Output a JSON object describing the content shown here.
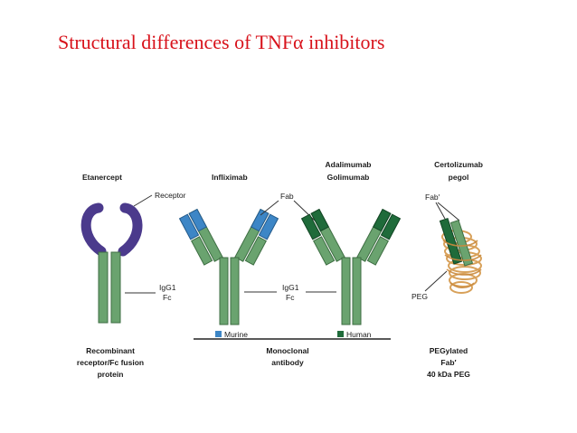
{
  "slide": {
    "title": "Structural differences of TNFα inhibitors"
  },
  "diagram": {
    "etanercept": {
      "name": "Etanercept",
      "receptor_label": "Receptor",
      "fc_label_1": "IgG1",
      "fc_label_2": "Fc",
      "caption": [
        "Recombinant",
        "receptor/Fc fusion",
        "protein"
      ]
    },
    "infliximab": {
      "name": "Infliximab"
    },
    "fab_label": "Fab",
    "mab_fc_label_1": "IgG1",
    "mab_fc_label_2": "Fc",
    "adalimumab": {
      "name_1": "Adalimumab",
      "name_2": "Golimumab"
    },
    "legend": {
      "murine": "Murine",
      "human": "Human"
    },
    "monoclonal_caption": [
      "Monoclonal",
      "antibody"
    ],
    "certolizumab": {
      "name_1": "Certolizumab",
      "name_2": "pegol",
      "fab_prime_label": "Fab′",
      "peg_label": "PEG",
      "caption": [
        "PEGylated",
        "Fab′",
        "40 kDa PEG"
      ]
    },
    "colors": {
      "title_red": "#d8121b",
      "fc_green": "#6aa36f",
      "receptor_purple": "#4b3a8c",
      "murine_blue": "#3d86c6",
      "human_green": "#1f6b3a",
      "peg_orange": "#d8a15a"
    }
  }
}
